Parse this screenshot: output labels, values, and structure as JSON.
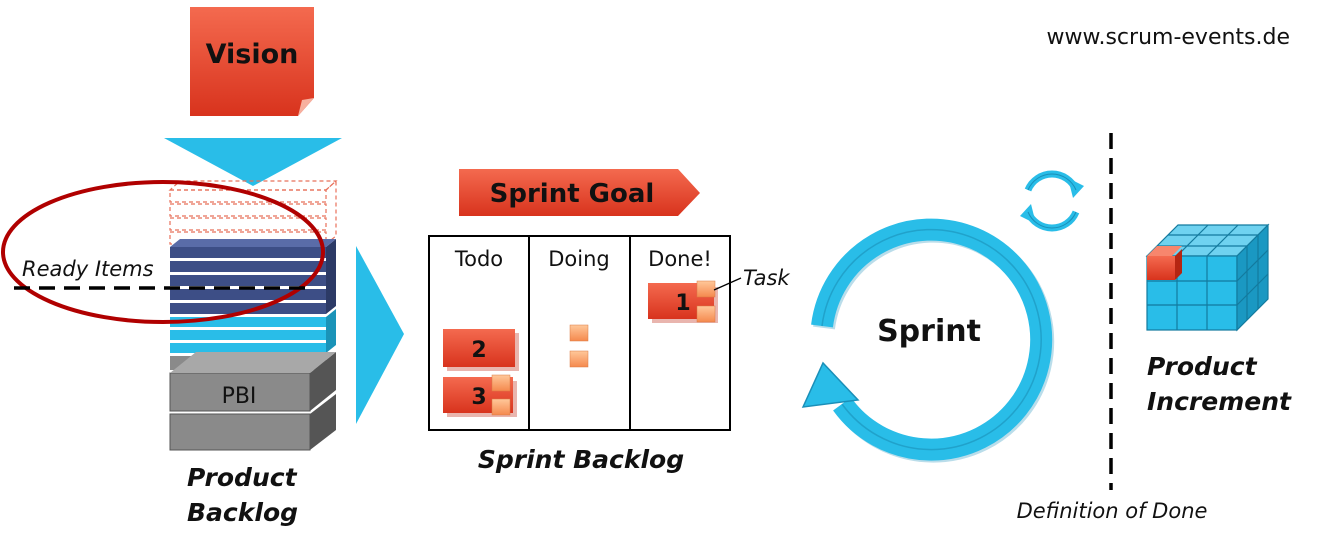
{
  "header": {
    "website": "www.scrum-events.de"
  },
  "vision": {
    "label": "Vision"
  },
  "product_backlog": {
    "ready_items_label": "Ready Items",
    "pbi_label": "PBI",
    "title_line1": "Product",
    "title_line2": "Backlog"
  },
  "sprint_goal": {
    "label": "Sprint Goal"
  },
  "sprint_backlog": {
    "columns": [
      "Todo",
      "Doing",
      "Done!"
    ],
    "items": [
      "2",
      "3",
      "1"
    ],
    "task_label": "Task",
    "title": "Sprint Backlog"
  },
  "sprint": {
    "label": "Sprint"
  },
  "increment": {
    "title_line1": "Product",
    "title_line2": "Increment",
    "definition_of_done": "Definition of Done"
  },
  "colors": {
    "red": "#e8422a",
    "cyan": "#29bde8",
    "navy": "#3d4e86",
    "gray": "#7a7a7a",
    "dark_red_ellipse": "#b00000"
  }
}
